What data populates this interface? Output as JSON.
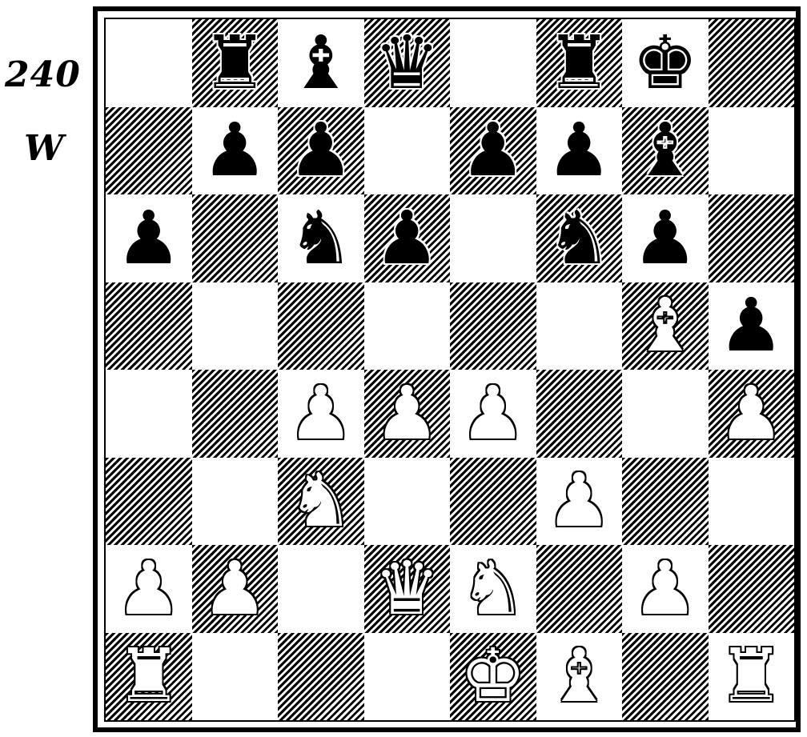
{
  "diagram": {
    "number": "240",
    "side_to_move": "W"
  },
  "colors": {
    "dark_square_hatch": "#000000",
    "light_square": "#ffffff",
    "frame": "#000000"
  },
  "board": {
    "orientation": "white-bottom",
    "ranks": [
      [
        "",
        "bR",
        "bB",
        "bQ",
        "",
        "bR",
        "bK",
        ""
      ],
      [
        "",
        "bP",
        "bP",
        "",
        "bP",
        "bP",
        "bB",
        ""
      ],
      [
        "bP",
        "",
        "bN",
        "bP",
        "",
        "bN",
        "bP",
        ""
      ],
      [
        "",
        "",
        "",
        "",
        "",
        "",
        "wB",
        "bP"
      ],
      [
        "",
        "",
        "wP",
        "wP",
        "wP",
        "",
        "",
        "wP"
      ],
      [
        "",
        "",
        "wN",
        "",
        "",
        "wP",
        "",
        ""
      ],
      [
        "wP",
        "wP",
        "",
        "wQ",
        "wN",
        "",
        "wP",
        ""
      ],
      [
        "wR",
        "",
        "",
        "",
        "wK",
        "wB",
        "",
        "wR"
      ]
    ]
  },
  "glyphs": {
    "K": "♚",
    "Q": "♛",
    "R": "♜",
    "B": "♝",
    "N": "♞",
    "P": "♟"
  },
  "piece_names": {
    "K": "king",
    "Q": "queen",
    "R": "rook",
    "B": "bishop",
    "N": "knight",
    "P": "pawn"
  }
}
